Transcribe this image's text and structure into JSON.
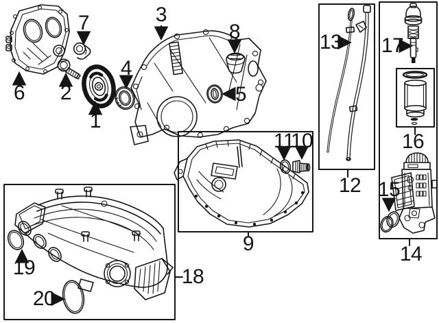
{
  "diagram": {
    "background": "#ffffff",
    "ink": "#151515"
  },
  "callouts": [
    {
      "label": "1"
    },
    {
      "label": "2"
    },
    {
      "label": "3"
    },
    {
      "label": "4"
    },
    {
      "label": "5"
    },
    {
      "label": "6"
    },
    {
      "label": "7"
    },
    {
      "label": "8"
    },
    {
      "label": "9"
    },
    {
      "label": "10"
    },
    {
      "label": "11"
    },
    {
      "label": "12"
    },
    {
      "label": "13"
    },
    {
      "label": "14"
    },
    {
      "label": "15"
    },
    {
      "label": "16"
    },
    {
      "label": "17"
    },
    {
      "label": "18"
    },
    {
      "label": "19"
    },
    {
      "label": "20"
    }
  ]
}
